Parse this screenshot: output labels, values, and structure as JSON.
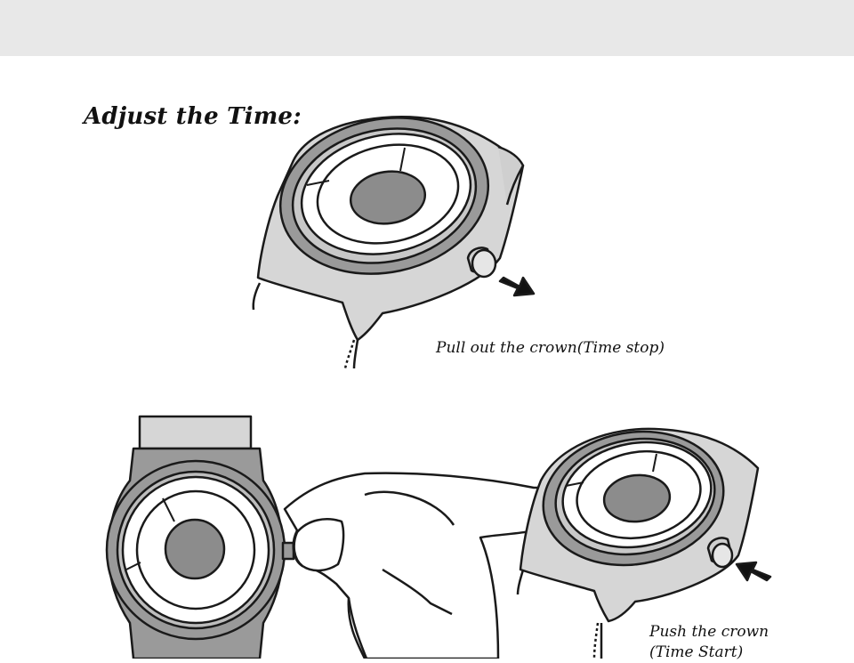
{
  "title": "Adjust the Time:",
  "step1": {
    "caption": "Pull out the crown(Time stop)"
  },
  "step2": {
    "caption_line1": "Push the crown",
    "caption_line2": "(Time Start)"
  },
  "colors": {
    "outline": "#1a1a1a",
    "case_gray": "#d6d6d6",
    "bezel_gray": "#9a9a9a",
    "dial_white": "#ffffff",
    "center_disc": "#8c8c8c",
    "header_bar": "#e8e8e8"
  }
}
